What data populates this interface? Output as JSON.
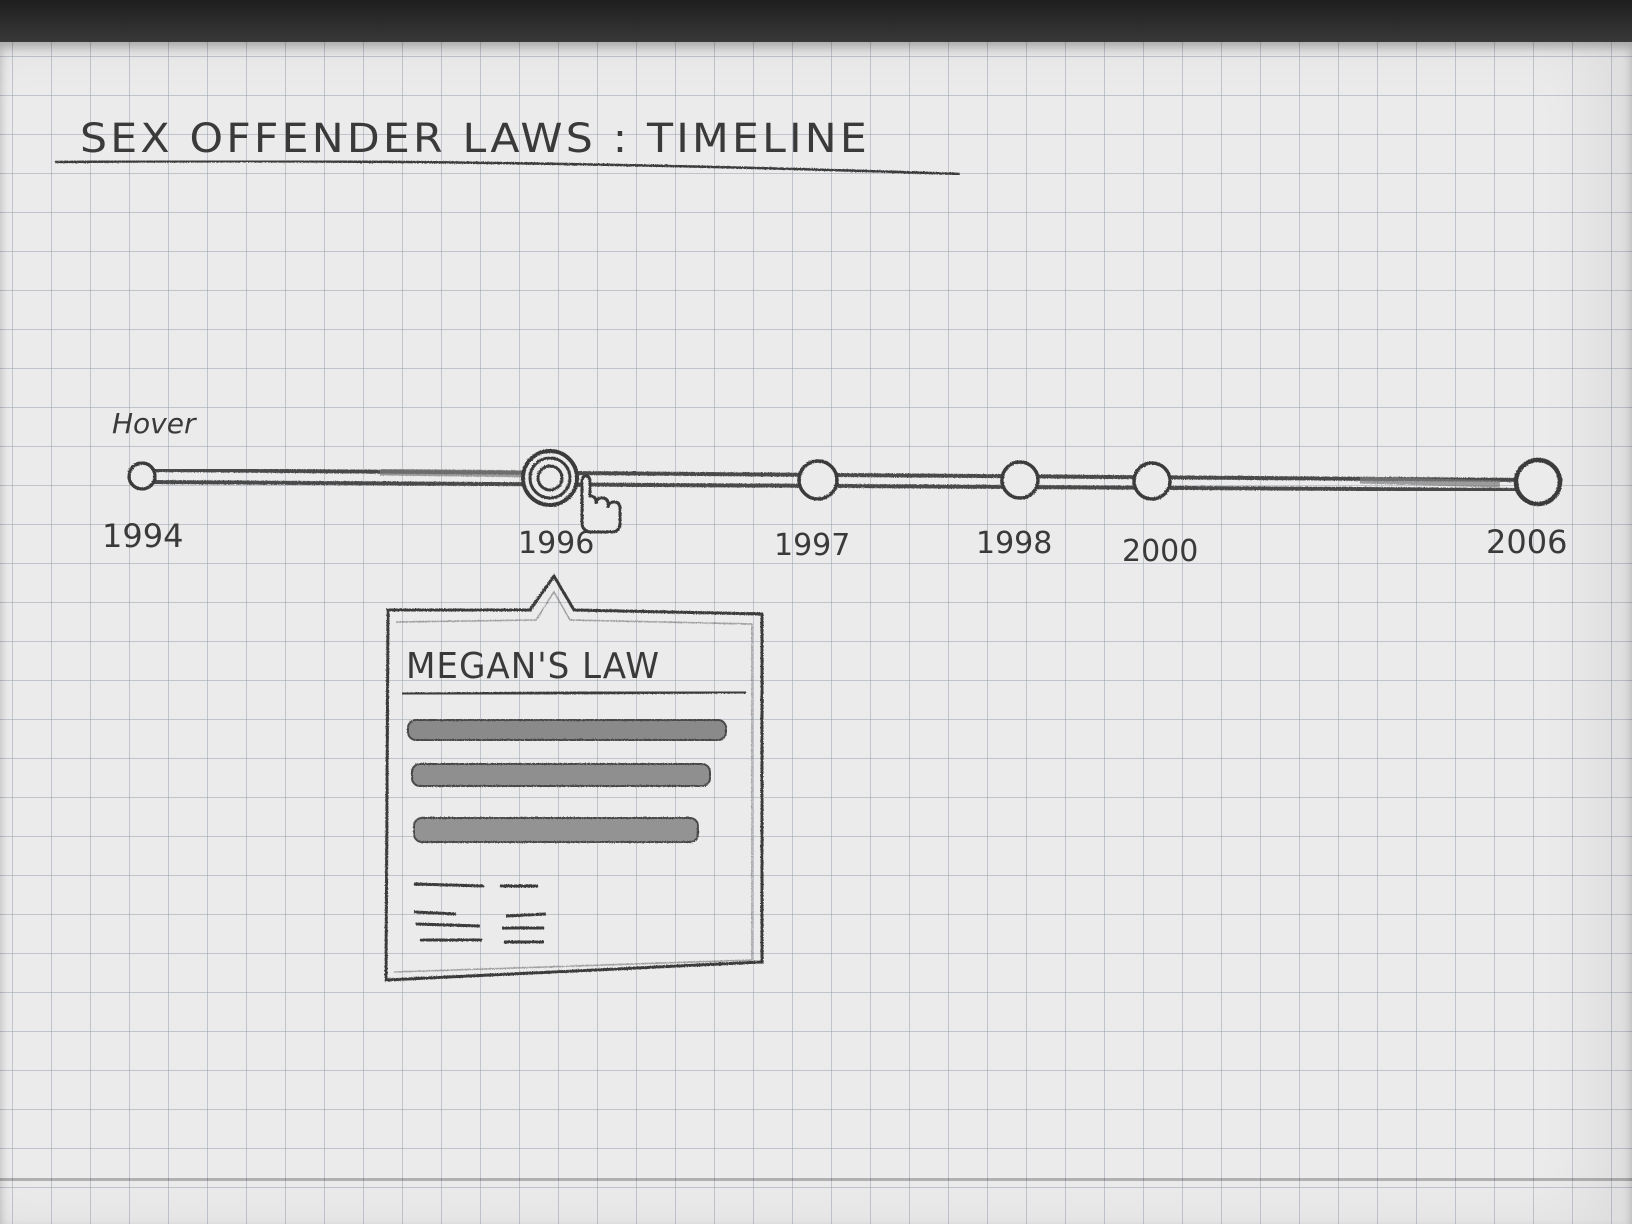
{
  "title": "SEX OFFENDER LAWS : TIMELINE",
  "hover_note": "Hover",
  "timeline": {
    "events": [
      {
        "year": "1994",
        "state": "normal"
      },
      {
        "year": "1996",
        "state": "hovered"
      },
      {
        "year": "1997",
        "state": "normal"
      },
      {
        "year": "1998",
        "state": "normal"
      },
      {
        "year": "2000",
        "state": "normal"
      },
      {
        "year": "2006",
        "state": "normal"
      }
    ]
  },
  "tooltip": {
    "title": "MEGAN'S LAW"
  },
  "colors": {
    "pencil": "#3a3a3a",
    "paper": "#ebebeb",
    "grid": "#8c96a5"
  }
}
